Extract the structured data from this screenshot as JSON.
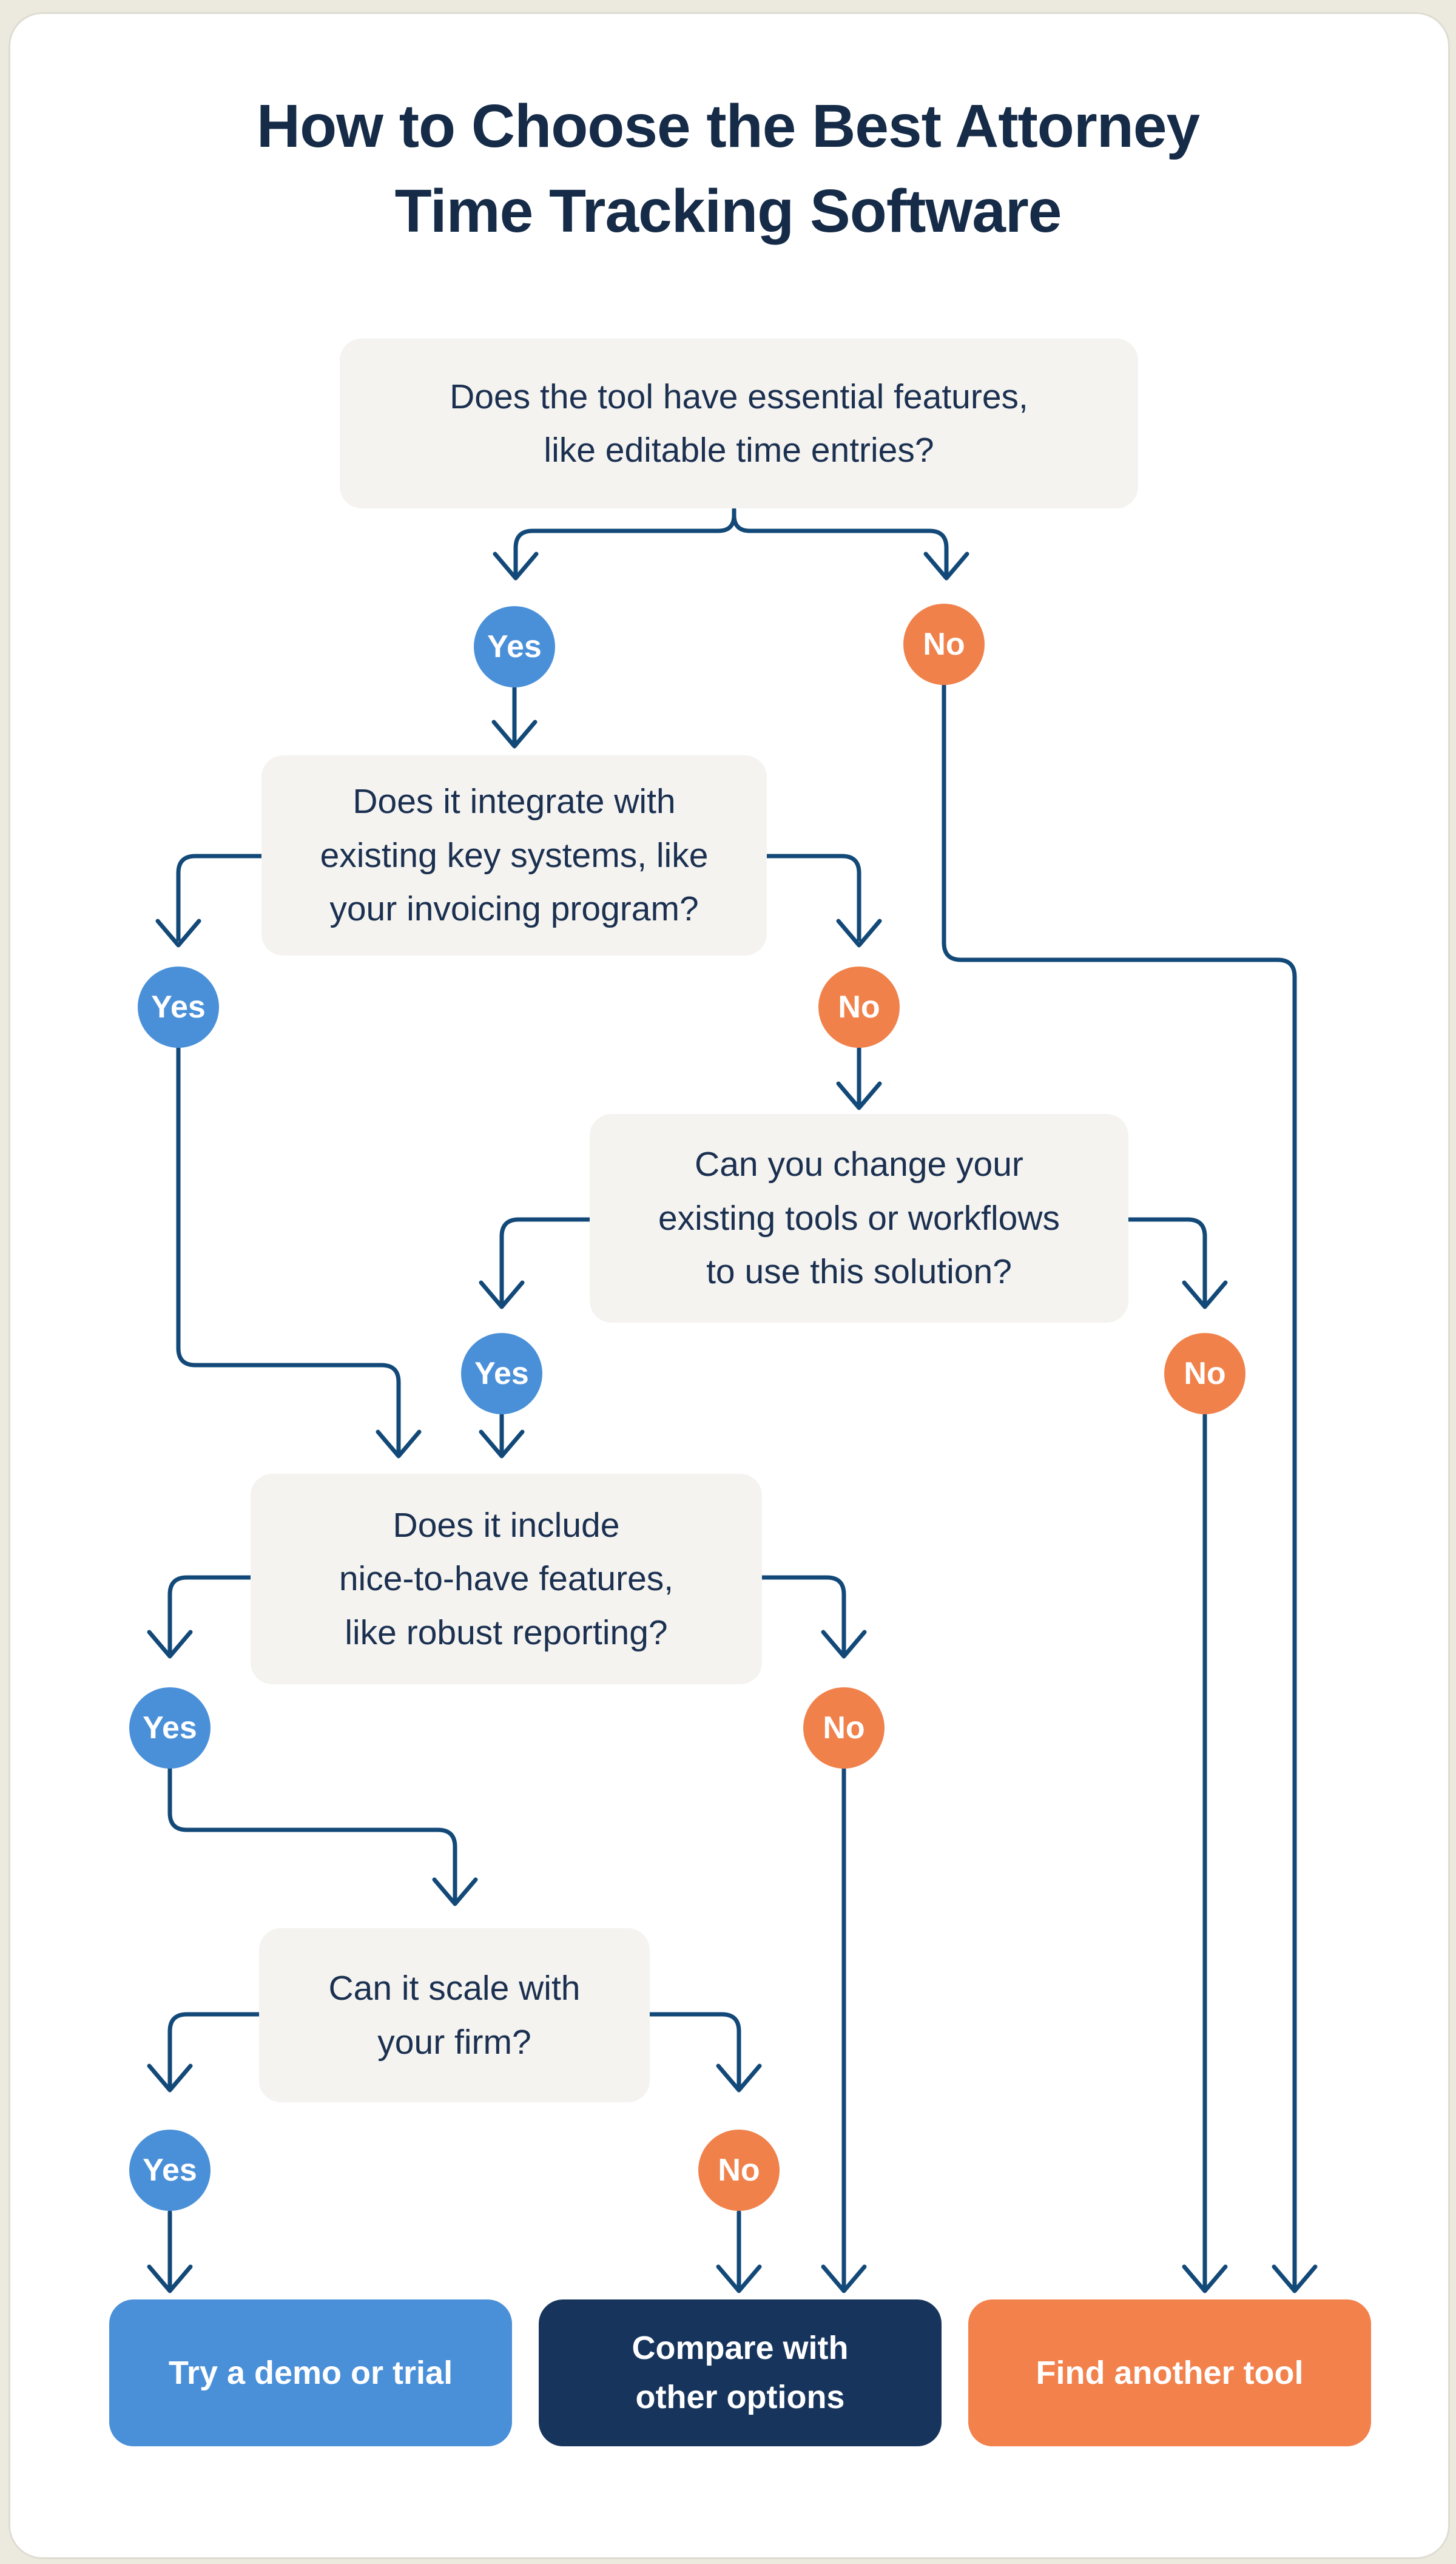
{
  "title": {
    "text": "How to Choose the Best Attorney\nTime Tracking Software"
  },
  "questions": [
    {
      "text": "Does the tool have essential features,\nlike editable time entries?"
    },
    {
      "text": "Does it integrate with\nexisting key systems, like\nyour invoicing program?"
    },
    {
      "text": "Can you change your\nexisting tools or workflows\nto use this solution?"
    },
    {
      "text": "Does it include\nnice-to-have features,\nlike robust reporting?"
    },
    {
      "text": "Can it scale with\nyour firm?"
    }
  ],
  "answers": {
    "yes": "Yes",
    "no": "No"
  },
  "results": [
    {
      "text": "Try a demo or trial"
    },
    {
      "text": "Compare with\nother options"
    },
    {
      "text": "Find another tool"
    }
  ],
  "colors": {
    "connector_line": "#134978",
    "yes_badge": "#4a90d9",
    "no_badge": "#f0814a",
    "question_box_bg": "#f4f3f0",
    "title_text": "#152b47",
    "result_blue": "#4a90d9",
    "result_navy": "#17355c",
    "result_orange": "#f2814c",
    "card_bg": "#ffffff",
    "page_bg": "#ece9df"
  }
}
